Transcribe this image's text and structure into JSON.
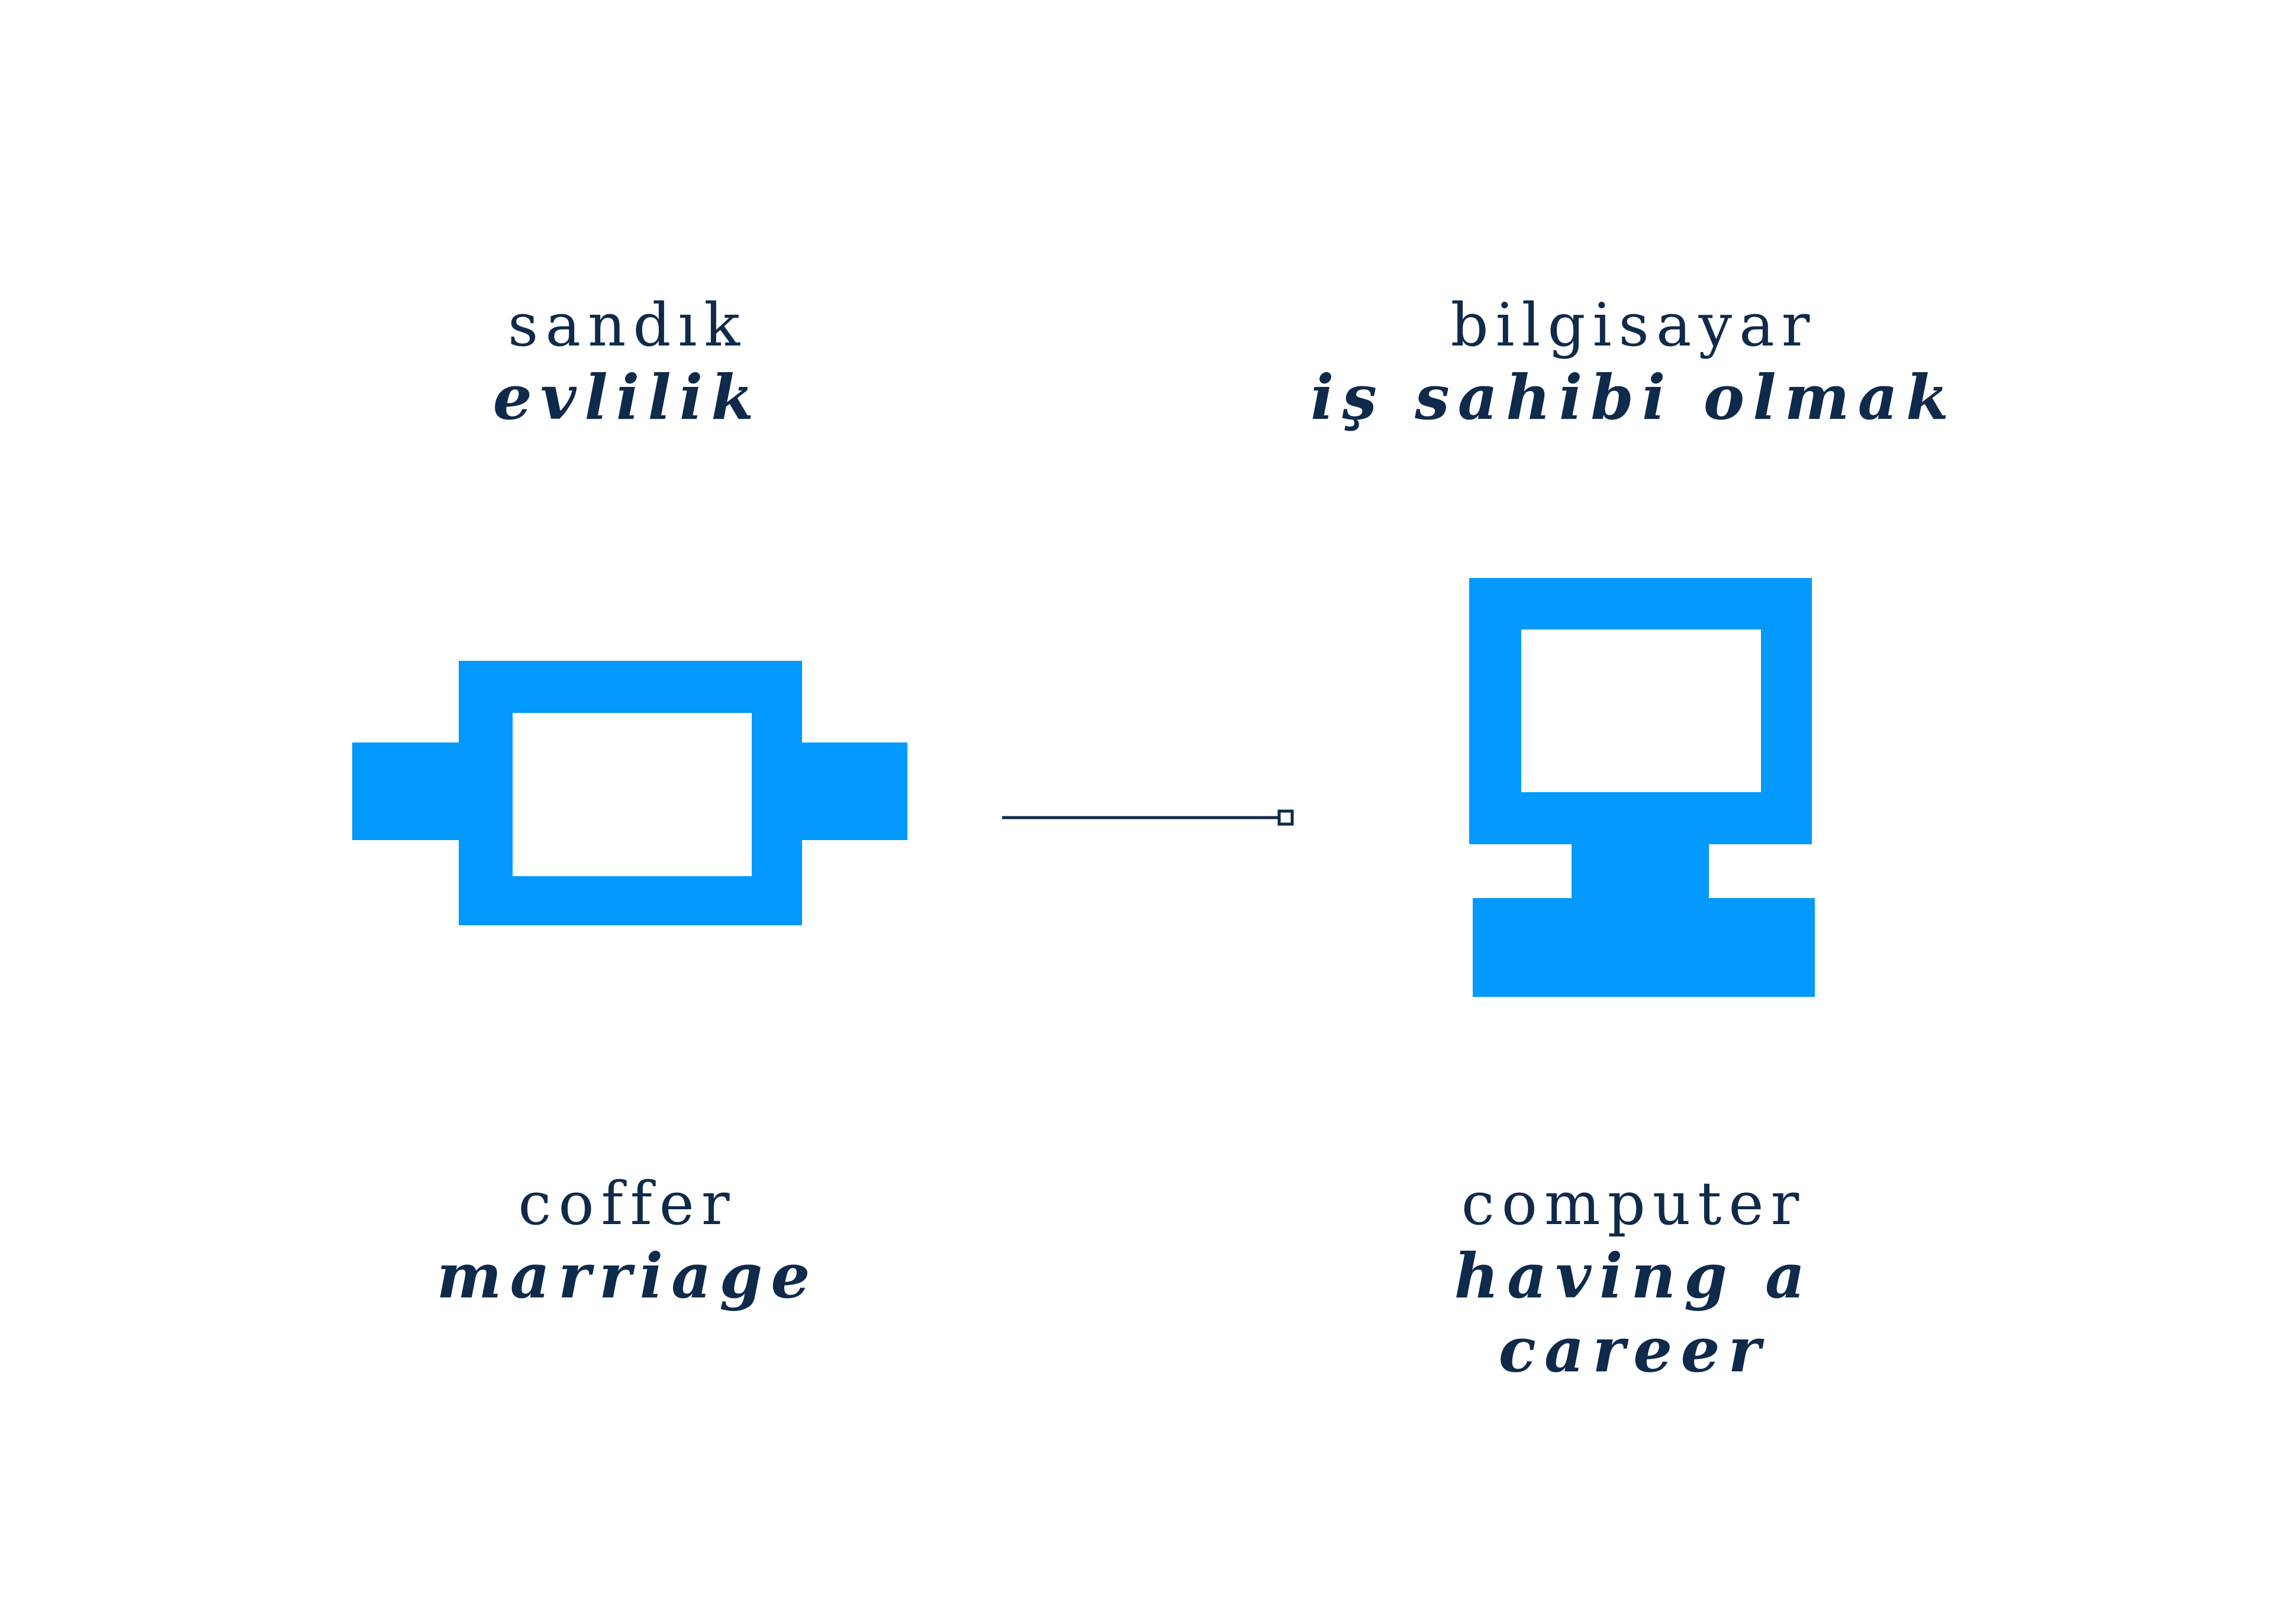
{
  "colors": {
    "icon": "#0399fd",
    "text": "#0f2a4a",
    "background": "#ffffff",
    "connector": "#0f2a4a"
  },
  "left": {
    "icon": "coffer-icon",
    "top_label": "sandık",
    "top_meaning": "evlilik",
    "bottom_label": "coffer",
    "bottom_meaning": "marriage"
  },
  "right": {
    "icon": "computer-icon",
    "top_label": "bilgisayar",
    "top_meaning": "iş sahibi olmak",
    "bottom_label": "computer",
    "bottom_meaning": "having a career"
  }
}
